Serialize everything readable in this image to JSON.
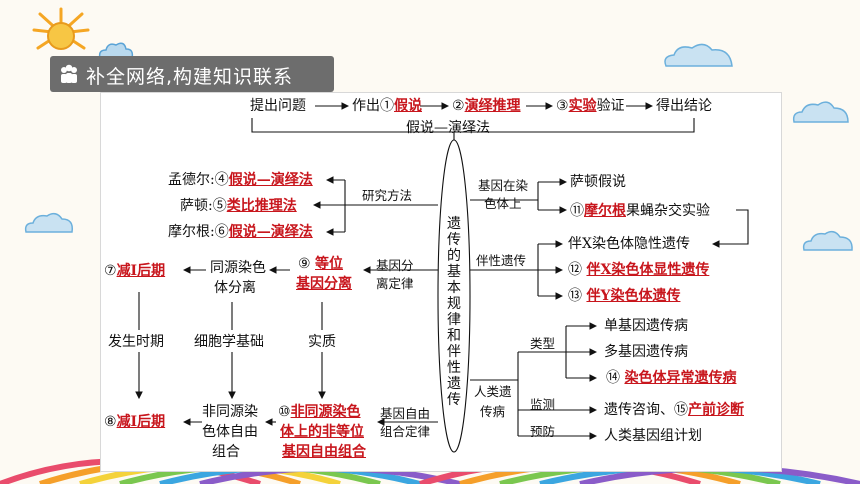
{
  "banner": {
    "title": "补全网络,构建知识联系"
  },
  "flow": {
    "step1": "提出问题",
    "step2": "作出",
    "step2_num": "①",
    "step2_ans": "假说",
    "step3_num": "②",
    "step3_ans": "演绎推理",
    "step4_num": "③",
    "step4_ans": "实验",
    "step4_suffix": "验证",
    "step5": "得出结论",
    "summary": "假说—演绎法"
  },
  "center": {
    "title": "遗传的基本规律和伴性遗传"
  },
  "methods": {
    "label": "研究方法",
    "items": [
      {
        "who": "孟德尔:",
        "num": "④",
        "ans": "假说—演绎法"
      },
      {
        "who": "萨顿:",
        "num": "⑤",
        "ans": "类比推理法"
      },
      {
        "who": "摩尔根:",
        "num": "⑥",
        "ans": "假说—演绎法"
      }
    ]
  },
  "gene_on_chromosome": {
    "label_line1": "基因在染",
    "label_line2": "色体上",
    "item1": "萨顿假说",
    "item2_num": "⑪",
    "item2_ans": "摩尔根",
    "item2_suffix": "果蝇杂交实验"
  },
  "sex_linked": {
    "label": "伴性遗传",
    "item1": "伴X染色体隐性遗传",
    "item2_num": "⑫",
    "item2_ans": "伴X染色体显性遗传",
    "item3_num": "⑬",
    "item3_ans": "伴Y染色体遗传"
  },
  "segregation": {
    "label_line1": "基因分",
    "label_line2": "离定律",
    "ans_num": "⑨",
    "ans_line1": "等位",
    "ans_line2": "基因分离",
    "basis_line1": "同源染色",
    "basis_line2": "体分离",
    "time_num": "⑦",
    "time_ans": "减Ⅰ后期"
  },
  "middle_row": {
    "time": "发生时期",
    "cell": "细胞学基础",
    "essence": "实质"
  },
  "assortment": {
    "label_line1": "基因自由",
    "label_line2": "组合定律",
    "ans_num": "⑩",
    "ans_line1": "非同源染色",
    "ans_line2": "体上的非等位",
    "ans_line3": "基因自由组合",
    "basis_line1": "非同源染",
    "basis_line2": "色体自由",
    "basis_line3": "组合",
    "time_num": "⑧",
    "time_ans": "减Ⅰ后期"
  },
  "human": {
    "label_line1": "人类遗",
    "label_line2": "传病",
    "type_label": "类型",
    "type1": "单基因遗传病",
    "type2": "多基因遗传病",
    "type3_num": "⑭",
    "type3_ans": "染色体异常遗传病",
    "monitor_label": "监测",
    "monitor_text": "遗传咨询、",
    "monitor_num": "⑮",
    "monitor_ans": "产前诊断",
    "prevent_label": "预防",
    "prevent_text": "人类基因组计划"
  }
}
